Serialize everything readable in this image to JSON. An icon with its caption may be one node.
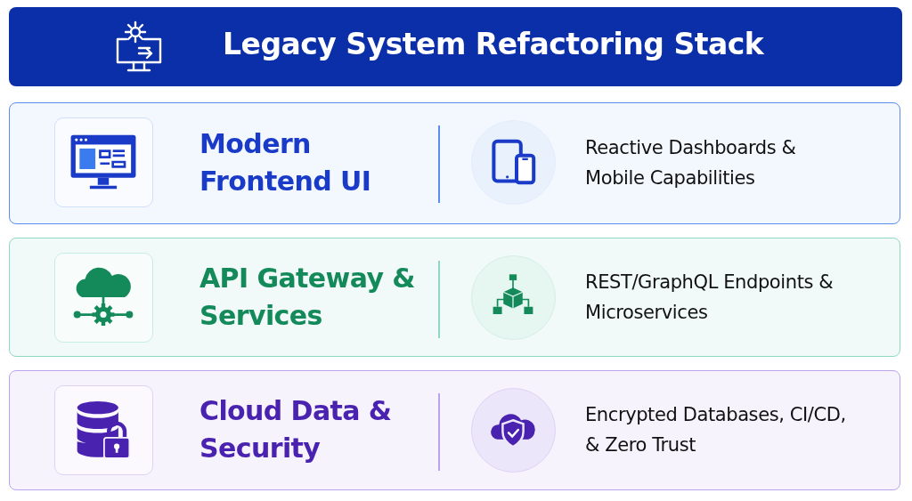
{
  "diagram": {
    "title": "Legacy System Refactoring Stack",
    "nodes": [
      {
        "text": [
          "Modern Frontend UI",
          "Reactive Dashboards & Mobile Capabilities"
        ]
      },
      {
        "text": [
          "API Gateway & Services",
          "REST/GraphQL Endpoints & Microservices"
        ]
      },
      {
        "text": [
          "Cloud Data & Security",
          "Encrypted Databases, CI/CD, & Zero Trust"
        ]
      }
    ],
    "edges": []
  }
}
